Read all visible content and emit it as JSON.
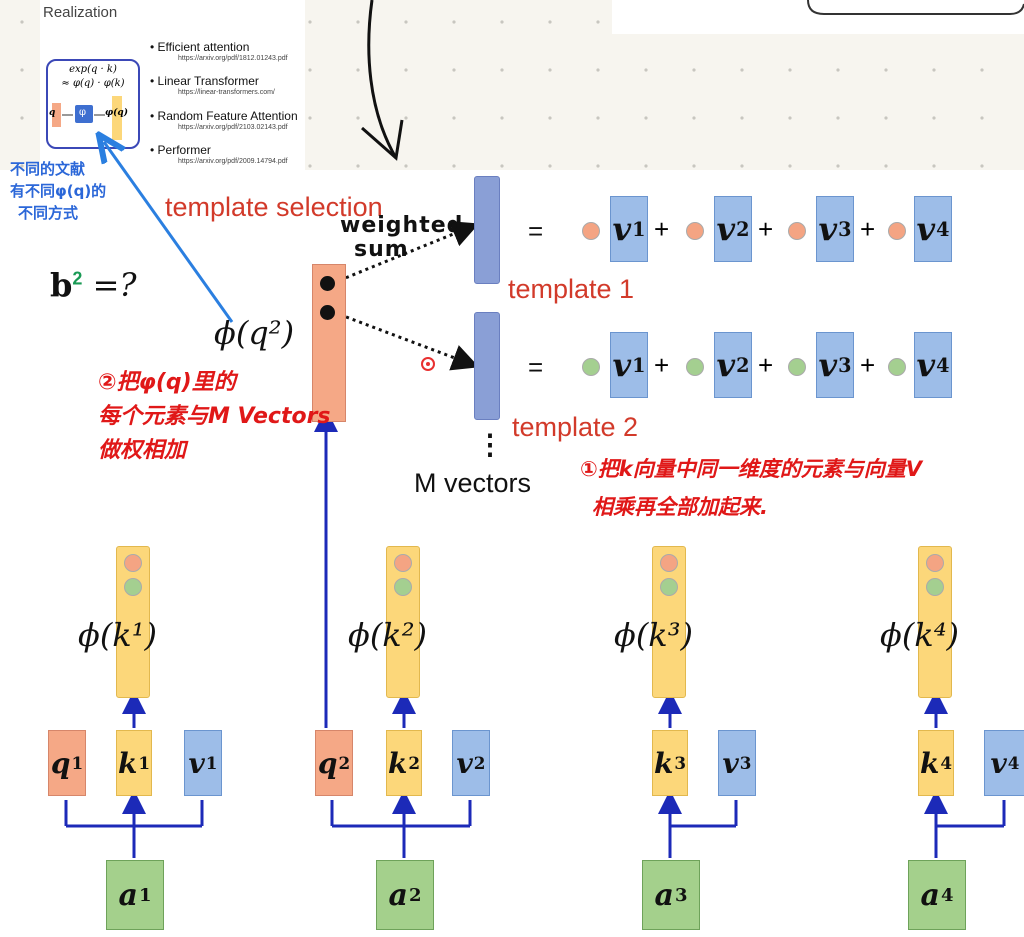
{
  "references": {
    "heading": "Realization",
    "formula_line1": "exp(q · k)",
    "formula_line2": "≈ φ(q) · φ(k)",
    "formula_q": "q",
    "formula_phi": "φ",
    "formula_out": "φ(q)",
    "items": [
      {
        "title": "Efficient attention",
        "url": "https://arxiv.org/pdf/1812.01243.pdf"
      },
      {
        "title": "Linear Transformer",
        "url": "https://linear-transformers.com/"
      },
      {
        "title": "Random Feature Attention",
        "url": "https://arxiv.org/pdf/2103.02143.pdf"
      },
      {
        "title": "Performer",
        "url": "https://arxiv.org/pdf/2009.14794.pdf"
      }
    ]
  },
  "annotations": {
    "blue_note": [
      "不同的文献",
      "有不同φ(q)的",
      "不同方式"
    ],
    "red_note_2": [
      "②把φ(q)里的",
      "每个元素与M Vectors",
      "做权相加"
    ],
    "red_note_1": [
      "①把k向量中同一维度的元素与向量V",
      "相乘再全部加起来."
    ],
    "weighted_sum": [
      "weighted",
      "sum"
    ]
  },
  "labels": {
    "template_selection": "template selection",
    "template1": "template 1",
    "template2": "template 2",
    "m_vectors": "M vectors",
    "vdots": "⋮",
    "b2": "b",
    "b2_sup": "2",
    "b2_eq": "=?",
    "phi_q2": "ϕ(q²)",
    "equals": "="
  },
  "v_terms": [
    "v",
    "v",
    "v",
    "v"
  ],
  "v_sups": [
    "1",
    "2",
    "3",
    "4"
  ],
  "plus": "+",
  "columns": [
    {
      "phi_k": "ϕ(k¹)",
      "q": "q",
      "k": "k",
      "v": "v",
      "a": "a",
      "sup": "1"
    },
    {
      "phi_k": "ϕ(k²)",
      "q": "q",
      "k": "k",
      "v": "v",
      "a": "a",
      "sup": "2"
    },
    {
      "phi_k": "ϕ(k³)",
      "q": "",
      "k": "k",
      "v": "v",
      "a": "a",
      "sup": "3"
    },
    {
      "phi_k": "ϕ(k⁴)",
      "q": "",
      "k": "k",
      "v": "v",
      "a": "a",
      "sup": "4"
    }
  ],
  "colors": {
    "orange_box": "#f5a886",
    "yellow_box": "#fcd77a",
    "blue_box": "#9dbde8",
    "green_box": "#a4d08c",
    "template_bar": "#8a9fd6",
    "arrow_blue": "#1c2ab8",
    "red_text": "#e01818",
    "orange_dot": "#f4a483",
    "green_dot": "#a4cf90"
  }
}
